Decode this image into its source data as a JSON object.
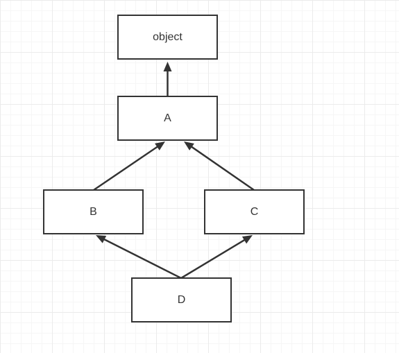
{
  "diagram": {
    "nodes": [
      {
        "id": "object",
        "label": "object"
      },
      {
        "id": "A",
        "label": "A"
      },
      {
        "id": "B",
        "label": "B"
      },
      {
        "id": "C",
        "label": "C"
      },
      {
        "id": "D",
        "label": "D"
      }
    ],
    "edges": [
      {
        "from": "A",
        "to": "object"
      },
      {
        "from": "B",
        "to": "A"
      },
      {
        "from": "C",
        "to": "A"
      },
      {
        "from": "D",
        "to": "B"
      },
      {
        "from": "D",
        "to": "C"
      }
    ],
    "colors": {
      "stroke": "#333333",
      "box_fill": "#ffffff",
      "text": "#333333",
      "grid_major": "#ebebeb",
      "grid_minor": "#f6f6f6"
    }
  }
}
